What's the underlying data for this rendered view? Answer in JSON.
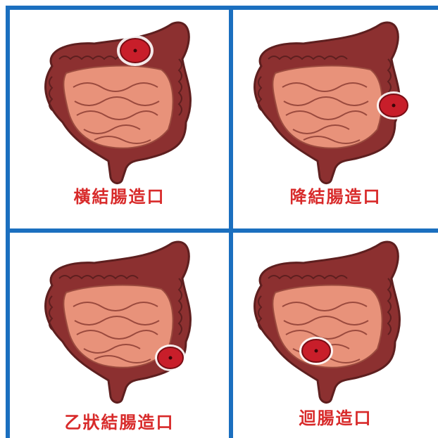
{
  "panels": [
    {
      "label": "橫結腸造口",
      "stoma": "transverse"
    },
    {
      "label": "降結腸造口",
      "stoma": "descending"
    },
    {
      "label": "乙狀結腸造口",
      "stoma": "sigmoid"
    },
    {
      "label": "迴腸造口",
      "stoma": "ileum"
    }
  ],
  "colors": {
    "border": "#1b6fbf",
    "label": "#d82a2a",
    "colon": "#8c3030",
    "colon_dark": "#5e1f1f",
    "small_intestine": "#e8927a",
    "small_intestine_line": "#9a4a3e",
    "stoma": "#c81e2a",
    "stoma_dark": "#7a0d14"
  }
}
